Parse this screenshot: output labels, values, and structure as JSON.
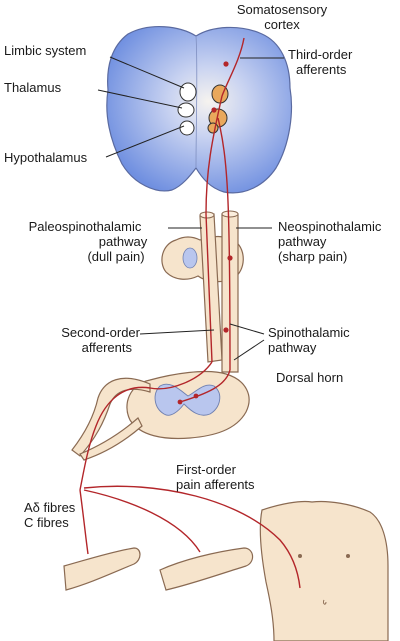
{
  "labels": {
    "somatosensory_cortex_1": "Somatosensory",
    "somatosensory_cortex_2": "cortex",
    "limbic_system": "Limbic system",
    "thalamus": "Thalamus",
    "hypothalamus": "Hypothalamus",
    "third_order_1": "Third-order",
    "third_order_2": "afferents",
    "paleo_1": "Paleospinothalamic",
    "paleo_2": "pathway",
    "paleo_3": "(dull pain)",
    "neo_1": "Neospinothalamic",
    "neo_2": "pathway",
    "neo_3": "(sharp pain)",
    "second_order_1": "Second-order",
    "second_order_2": "afferents",
    "spinothalamic_1": "Spinothalamic",
    "spinothalamic_2": "pathway",
    "dorsal_horn": "Dorsal horn",
    "first_order_1": "First-order",
    "first_order_2": "pain afferents",
    "a_delta": "Aδ fibres",
    "c_fibres": "C fibres"
  },
  "colors": {
    "brain_blue": "#6f8fe0",
    "brain_center": "#f4f1ee",
    "tissue": "#f6e4cc",
    "tissue_edge": "#8a6a52",
    "nerve_red": "#b3262a",
    "thalamus_orange": "#e9a85c"
  }
}
